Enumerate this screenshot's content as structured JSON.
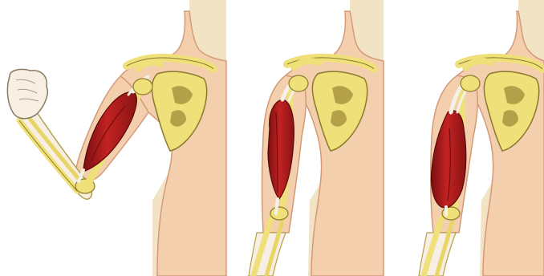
{
  "figure": {
    "panels": [
      {
        "id": "panel-1",
        "arm_pose": "flexed"
      },
      {
        "id": "panel-2",
        "arm_pose": "hanging"
      },
      {
        "id": "panel-3",
        "arm_pose": "hanging-bulged-biceps"
      }
    ],
    "colors": {
      "background": "#ffffff",
      "skin": "#f3cfae",
      "skin_shadow": "#dcae8a",
      "bone": "#efe07a",
      "bone_outline": "#8a7a2c",
      "bone_dark": "#b5a04a",
      "muscle": "#b81e1e",
      "muscle_dark": "#7a1010",
      "tendon": "#f4f1e6",
      "hand": "#f7efe3",
      "beige_bg": "#f1e3c4"
    }
  }
}
